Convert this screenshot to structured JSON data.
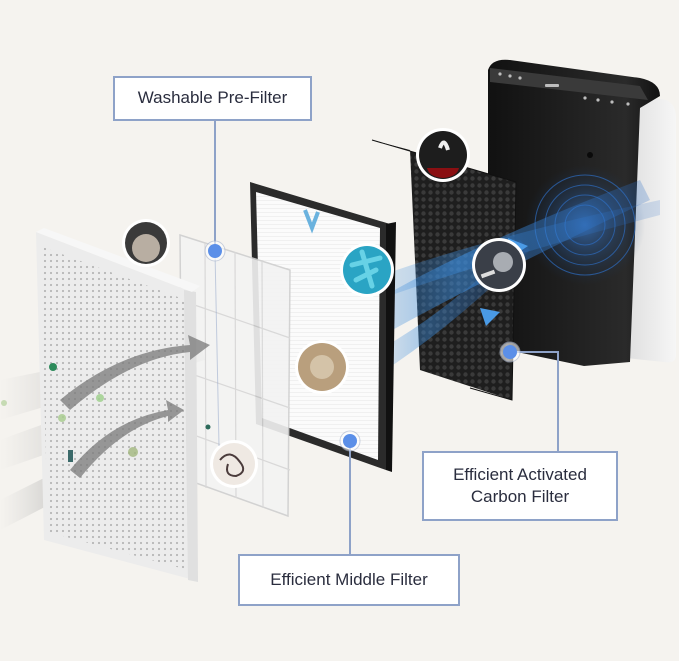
{
  "diagram": {
    "title": "Air purifier filtration layers (exploded view)",
    "background_color": "#f5f3ef",
    "accent_color": "#8ea2c8",
    "marker_color": "#5b8fe8",
    "labels": {
      "pre_filter": "Washable Pre-Filter",
      "middle_filter": "Efficient Middle Filter",
      "carbon_filter_line1": "Efficient Activated",
      "carbon_filter_line2": "Carbon Filter"
    },
    "layers": [
      {
        "name": "Perforated front cover",
        "color": "#e9e9e9"
      },
      {
        "name": "Washable Pre-Filter",
        "color": "#f4f4f4",
        "particles": [
          "dust",
          "hair"
        ]
      },
      {
        "name": "Efficient Middle Filter",
        "color": "#ffffff",
        "frame": "#2b2b2b",
        "particles": [
          "bacteria",
          "pollen"
        ]
      },
      {
        "name": "Efficient Activated Carbon Filter",
        "color": "#2a2a2a",
        "particles": [
          "smoke",
          "odors"
        ]
      },
      {
        "name": "Purifier unit",
        "color": "#1c1c1c"
      }
    ]
  }
}
